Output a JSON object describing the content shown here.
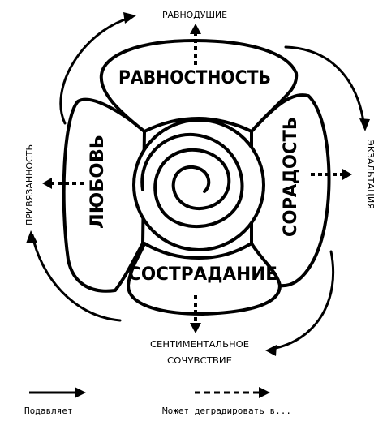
{
  "qualities": {
    "top": "РАВНОСТНОСТЬ",
    "left": "ЛЮБОВЬ",
    "right": "СОРАДОСТЬ",
    "bottom": "СОСТРАДАНИЕ"
  },
  "degradations": {
    "top": "РАВНОДУШИЕ",
    "left": "ПРИВЯЗАННОСТЬ",
    "right": "ЭКЗАЛЬТАЦИЯ",
    "bottom_line1": "СЕНТИМЕНТАЛЬНОЕ",
    "bottom_line2": "СОЧУВСТВИЕ"
  },
  "legend": {
    "solid": "Подавляет",
    "dashed": "Может деградировать в..."
  }
}
